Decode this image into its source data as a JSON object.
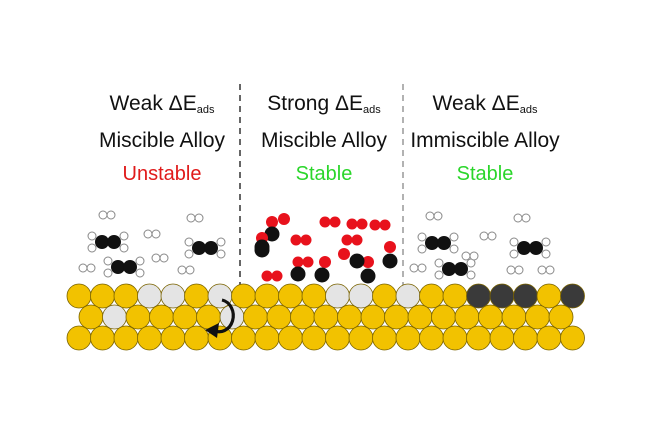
{
  "panels": [
    {
      "strength": "Weak ΔE",
      "subscript": "ads",
      "alloy": "Miscible Alloy",
      "status": "Unstable",
      "status_color": "#e01a1a"
    },
    {
      "strength": "Strong ΔE",
      "subscript": "ads",
      "alloy": "Miscible Alloy",
      "status": "Stable",
      "status_color": "#2bd62b"
    },
    {
      "strength": "Weak ΔE",
      "subscript": "ads",
      "alloy": "Immiscible Alloy",
      "status": "Stable",
      "status_color": "#2bd62b"
    }
  ],
  "colors": {
    "host_atom": "#f2c200",
    "host_outline": "#7a6300",
    "dopant_light": "#e4e4e4",
    "dopant_dark": "#3a3a3a",
    "carbon": "#111111",
    "oxygen": "#e8121c",
    "hydrogen": "#ffffff",
    "divider": "#666666"
  },
  "icons": [
    "rotate-arrow-icon"
  ]
}
